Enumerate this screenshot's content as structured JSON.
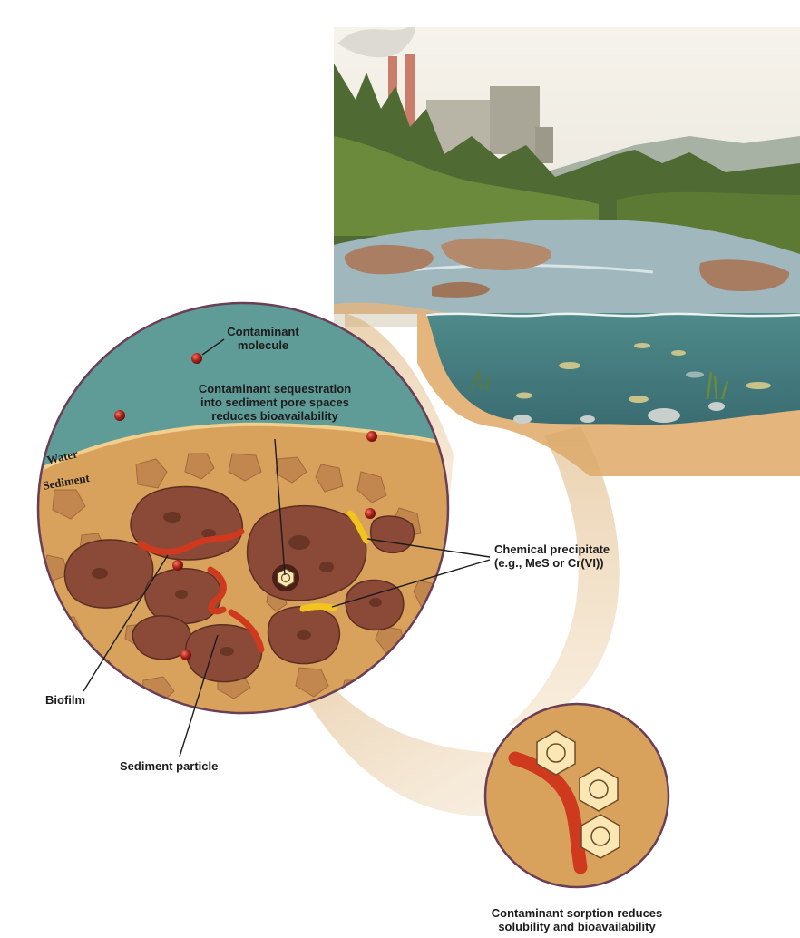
{
  "labels": {
    "contaminant_molecule_l1": "Contaminant",
    "contaminant_molecule_l2": "molecule",
    "sequestration_l1": "Contaminant sequestration",
    "sequestration_l2": "into sediment pore spaces",
    "sequestration_l3": "reduces bioavailability",
    "water": "Water",
    "sediment": "Sediment",
    "precipitate_l1": "Chemical precipitate",
    "precipitate_l2": "(e.g., MeS or Cr(VI))",
    "biofilm": "Biofilm",
    "sediment_particle": "Sediment particle",
    "sorption_l1": "Contaminant sorption reduces",
    "sorption_l2": "solubility and bioavailability"
  },
  "colors": {
    "water": "#5f9c98",
    "sediment": "#d9a25c",
    "particle": "#8a4a37",
    "biofilm": "#cf3a1f",
    "precipitate": "#f2c41c",
    "contaminant": "#b3261e",
    "hexagon": "#fbe7b4"
  }
}
